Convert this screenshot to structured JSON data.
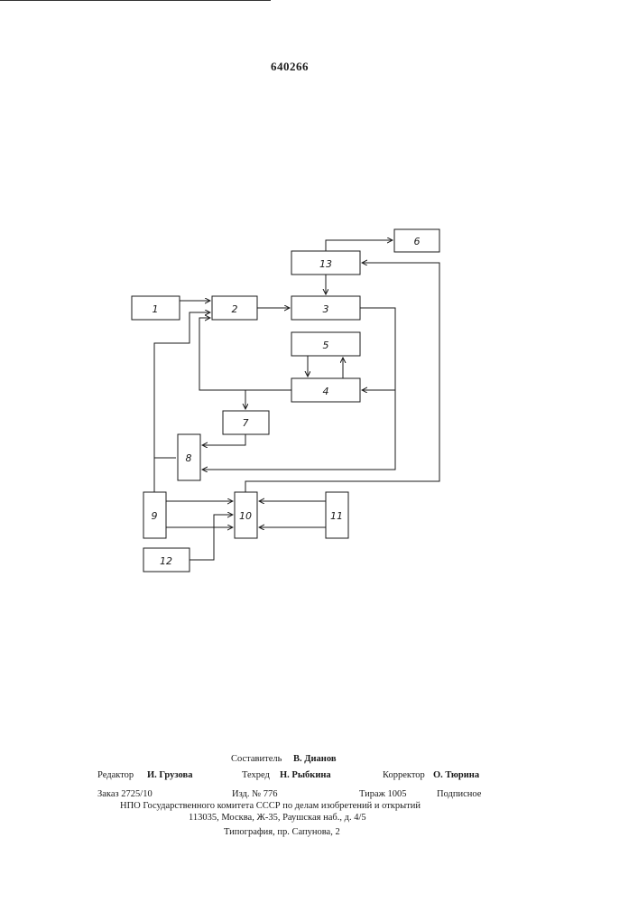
{
  "document": {
    "patent_number": "640266"
  },
  "diagram": {
    "blocks": [
      {
        "id": "1",
        "label": "1"
      },
      {
        "id": "2",
        "label": "2"
      },
      {
        "id": "3",
        "label": "3"
      },
      {
        "id": "4",
        "label": "4"
      },
      {
        "id": "5",
        "label": "5"
      },
      {
        "id": "6",
        "label": "6"
      },
      {
        "id": "7",
        "label": "7"
      },
      {
        "id": "8",
        "label": "8"
      },
      {
        "id": "9",
        "label": "9"
      },
      {
        "id": "10",
        "label": "10"
      },
      {
        "id": "11",
        "label": "11"
      },
      {
        "id": "12",
        "label": "12"
      },
      {
        "id": "13",
        "label": "13"
      }
    ]
  },
  "footer": {
    "compiler_label": "Составитель",
    "compiler_name": "В. Дианов",
    "editor_label": "Редактор",
    "editor_name": "И. Грузова",
    "techred_label": "Техред",
    "techred_name": "Н. Рыбкина",
    "corrector_label": "Корректор",
    "corrector_name": "О. Тюрина",
    "order": "Заказ 2725/10",
    "edition": "Изд. № 776",
    "circulation": "Тираж 1005",
    "subscription": "Подписное",
    "org_line": "НПО Государственного комитета СССР по делам изобретений и открытий",
    "address_line": "113035, Москва, Ж-35, Раушская наб., д. 4/5",
    "printer_line": "Типография, пр. Сапунова, 2"
  }
}
